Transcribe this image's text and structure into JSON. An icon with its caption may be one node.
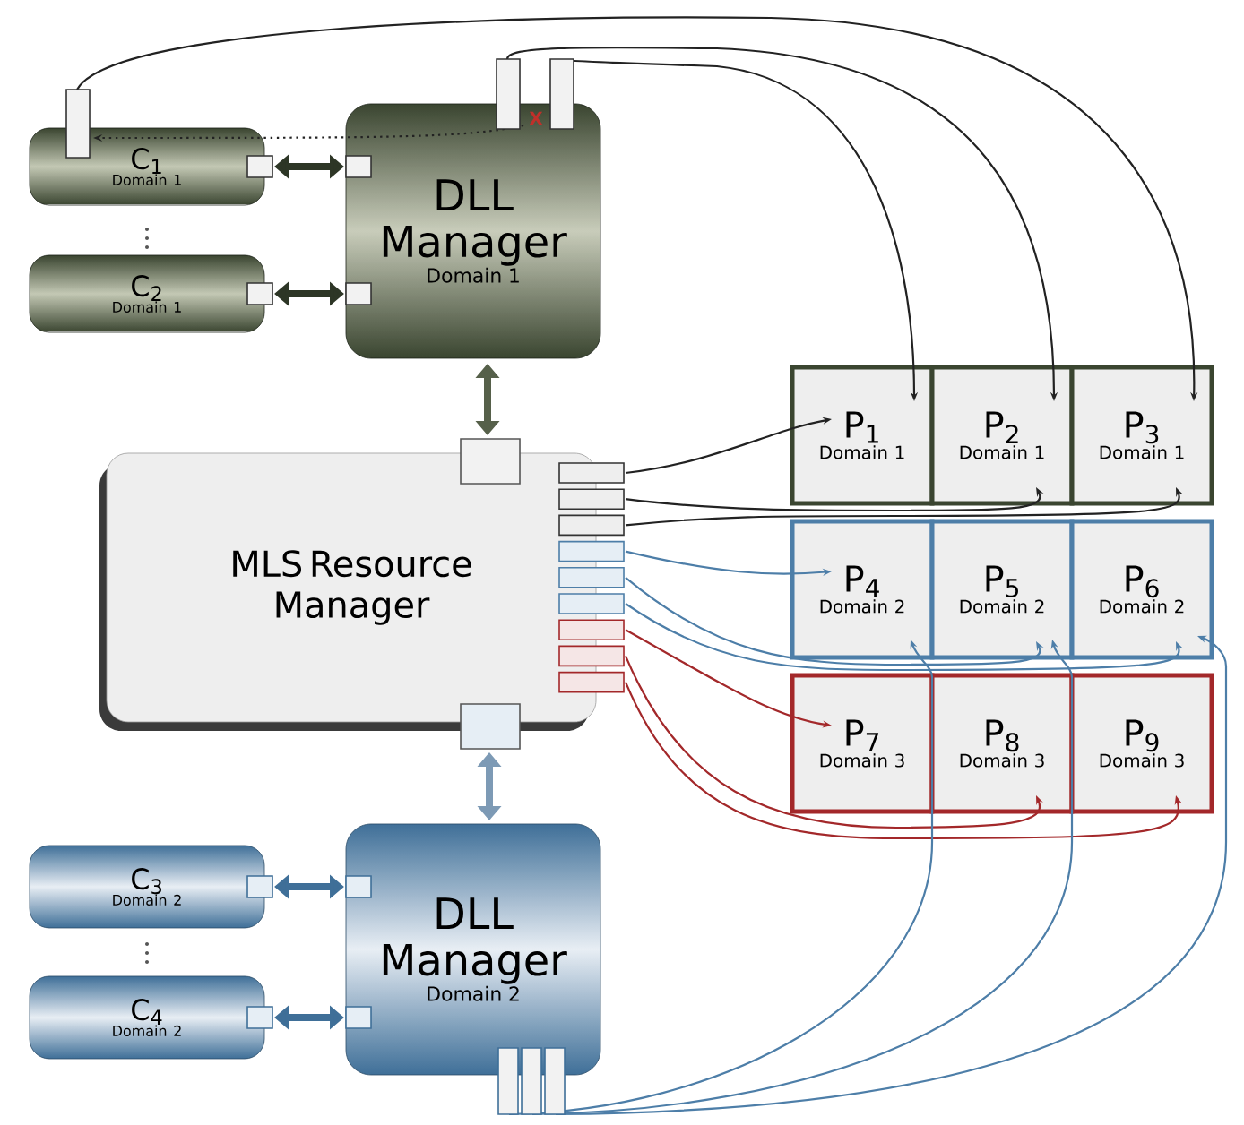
{
  "diagram": {
    "nodes": [
      {
        "text": [
          "C$_{1}$",
          "Domain 1"
        ]
      },
      {
        "text": [
          "C$_{2}$",
          "Domain 1"
        ]
      },
      {
        "text": [
          "DLL Manager",
          "Domain 1"
        ]
      },
      {
        "text": [
          "MLS Resource Manager"
        ]
      },
      {
        "text": [
          "P$_{1}$",
          "Domain 1"
        ]
      },
      {
        "text": [
          "P$_{2}$",
          "Domain 1"
        ]
      },
      {
        "text": [
          "P$_{3}$",
          "Domain 1"
        ]
      },
      {
        "text": [
          "P$_{4}$",
          "Domain 2"
        ]
      },
      {
        "text": [
          "P$_{5}$",
          "Domain 2"
        ]
      },
      {
        "text": [
          "P$_{6}$",
          "Domain 2"
        ]
      },
      {
        "text": [
          "P$_{7}$",
          "Domain 3"
        ]
      },
      {
        "text": [
          "P$_{8}$",
          "Domain 3"
        ]
      },
      {
        "text": [
          "P$_{9}$",
          "Domain 3"
        ]
      },
      {
        "text": [
          "C$_{3}$",
          "Domain 2"
        ]
      },
      {
        "text": [
          "C$_{4}$",
          "Domain 2"
        ]
      },
      {
        "text": [
          "DLL Manager",
          "Domain 2"
        ]
      }
    ],
    "edges": [
      {
        "from": 0,
        "to": 2,
        "arrow": "both",
        "style": "thick",
        "color": "#2d3626"
      },
      {
        "from": 1,
        "to": 2,
        "arrow": "both",
        "style": "thick",
        "color": "#2d3626"
      },
      {
        "from": 2,
        "to": 3,
        "arrow": "both",
        "style": "thick",
        "color": "#56604a"
      },
      {
        "from": 2,
        "to": 0,
        "arrow": "to",
        "style": "dashed"
      },
      {
        "from": 0,
        "to": 6,
        "arrow": "to"
      },
      {
        "from": 2,
        "to": 5,
        "arrow": "to"
      },
      {
        "from": 2,
        "to": 4,
        "arrow": "to"
      },
      {
        "from": 3,
        "to": 4,
        "arrow": "to"
      },
      {
        "from": 3,
        "to": 5,
        "arrow": "to"
      },
      {
        "from": 3,
        "to": 6,
        "arrow": "to"
      },
      {
        "from": 3,
        "to": 7,
        "arrow": "to",
        "color": "#4d7ea8"
      },
      {
        "from": 3,
        "to": 8,
        "arrow": "to",
        "color": "#4d7ea8"
      },
      {
        "from": 3,
        "to": 9,
        "arrow": "to",
        "color": "#4d7ea8"
      },
      {
        "from": 3,
        "to": 10,
        "arrow": "to",
        "color": "#a3282a"
      },
      {
        "from": 3,
        "to": 11,
        "arrow": "to",
        "color": "#a3282a"
      },
      {
        "from": 3,
        "to": 12,
        "arrow": "to",
        "color": "#a3282a"
      },
      {
        "from": 3,
        "to": 15,
        "arrow": "both",
        "style": "thick",
        "color": "#7d9ab5"
      },
      {
        "from": 13,
        "to": 15,
        "arrow": "both",
        "style": "thick",
        "color": "#3f6f98"
      },
      {
        "from": 14,
        "to": 15,
        "arrow": "both",
        "style": "thick",
        "color": "#3f6f98"
      },
      {
        "from": 15,
        "to": 7,
        "arrow": "to",
        "color": "#4d7ea8"
      },
      {
        "from": 15,
        "to": 8,
        "arrow": "to",
        "color": "#4d7ea8"
      },
      {
        "from": 15,
        "to": 9,
        "arrow": "to",
        "color": "#4d7ea8"
      }
    ],
    "labels": [
      "X"
    ]
  }
}
